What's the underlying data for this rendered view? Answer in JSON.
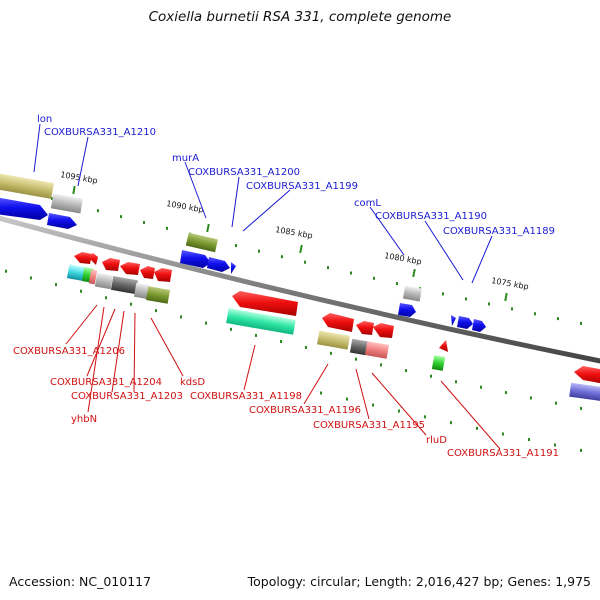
{
  "title": "Coxiella burnetii RSA 331, complete genome",
  "accession_label": "Accession: NC_010117",
  "summary_label": "Topology: circular; Length: 2,016,427 bp; Genes: 1,975",
  "colors": {
    "backbone": "#7a7a7a",
    "forward_label": "#1a1ad2",
    "reverse_label": "#d01010",
    "dots": "#2a8a1e"
  },
  "position_ticks": [
    "1095 kbp",
    "1090 kbp",
    "1085 kbp",
    "1080 kbp",
    "1075 kbp"
  ],
  "forward_labels": [
    "lon",
    "COXBURSA331_A1210",
    "murA",
    "COXBURSA331_A1200",
    "COXBURSA331_A1199",
    "comL",
    "COXBURSA331_A1190",
    "COXBURSA331_A1189"
  ],
  "reverse_labels": [
    "COXBURSA331_A1206",
    "COXBURSA331_A1204",
    "COXBURSA331_A1203",
    "yhbN",
    "kdsD",
    "COXBURSA331_A1198",
    "COXBURSA331_A1196",
    "COXBURSA331_A1195",
    "rluD",
    "COXBURSA331_A1191"
  ]
}
